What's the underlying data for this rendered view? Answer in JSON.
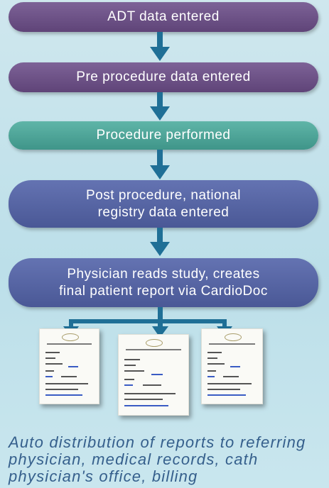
{
  "steps": [
    {
      "label": "ADT data entered"
    },
    {
      "label": "Pre procedure data entered"
    },
    {
      "label": "Procedure performed"
    },
    {
      "label": "Post procedure, national\nregistry data entered"
    },
    {
      "label": "Physician reads study, creates\nfinal patient report via CardioDoc"
    }
  ],
  "caption": "Auto distribution of reports to referring physician, medical records, cath physician's office, billing",
  "colors": {
    "arrow": "#1f6f96",
    "step_purple": "#6e5388",
    "step_teal": "#4ea598",
    "step_blue": "#5765a4",
    "caption": "#355f8c",
    "background": "#c4e3ec"
  },
  "documents": [
    {
      "name": "report-document"
    },
    {
      "name": "report-document"
    },
    {
      "name": "report-document"
    }
  ]
}
